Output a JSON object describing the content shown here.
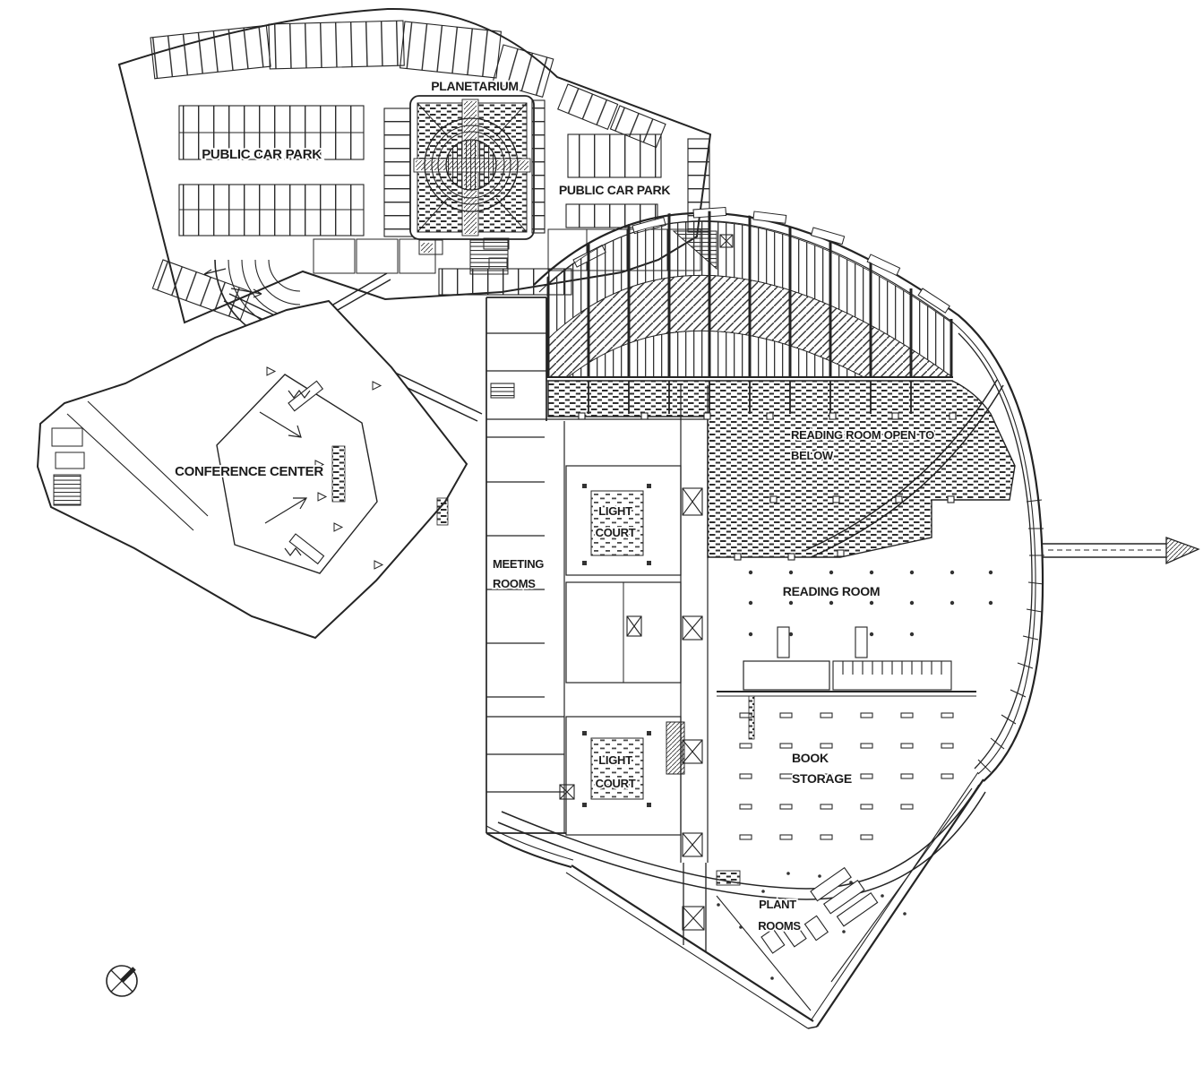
{
  "drawing": {
    "type": "architectural-floor-plan",
    "areas": {
      "planetarium": {
        "label": "PLANETARIUM"
      },
      "public_car_park_west": {
        "label": "PUBLIC CAR PARK"
      },
      "public_car_park_east": {
        "label": "PUBLIC CAR PARK"
      },
      "conference_center": {
        "label": "CONFERENCE CENTER"
      },
      "meeting_rooms": {
        "line1": "MEETING",
        "line2": "ROOMS"
      },
      "light_court_upper": {
        "line1": "LIGHT",
        "line2": "COURT"
      },
      "light_court_lower": {
        "line1": "LIGHT",
        "line2": "COURT"
      },
      "reading_room_open_to_below": {
        "line1": "READING ROOM OPEN TO",
        "line2": "BELOW"
      },
      "reading_room": {
        "label": "READING ROOM"
      },
      "book_storage": {
        "line1": "BOOK",
        "line2": "STORAGE"
      },
      "plant_rooms": {
        "line1": "PLANT",
        "line2": "ROOMS"
      }
    },
    "icons": {
      "north_indicator": "compass-circle-x-icon"
    },
    "colors": {
      "ink": "#222222",
      "paper": "#ffffff"
    }
  }
}
